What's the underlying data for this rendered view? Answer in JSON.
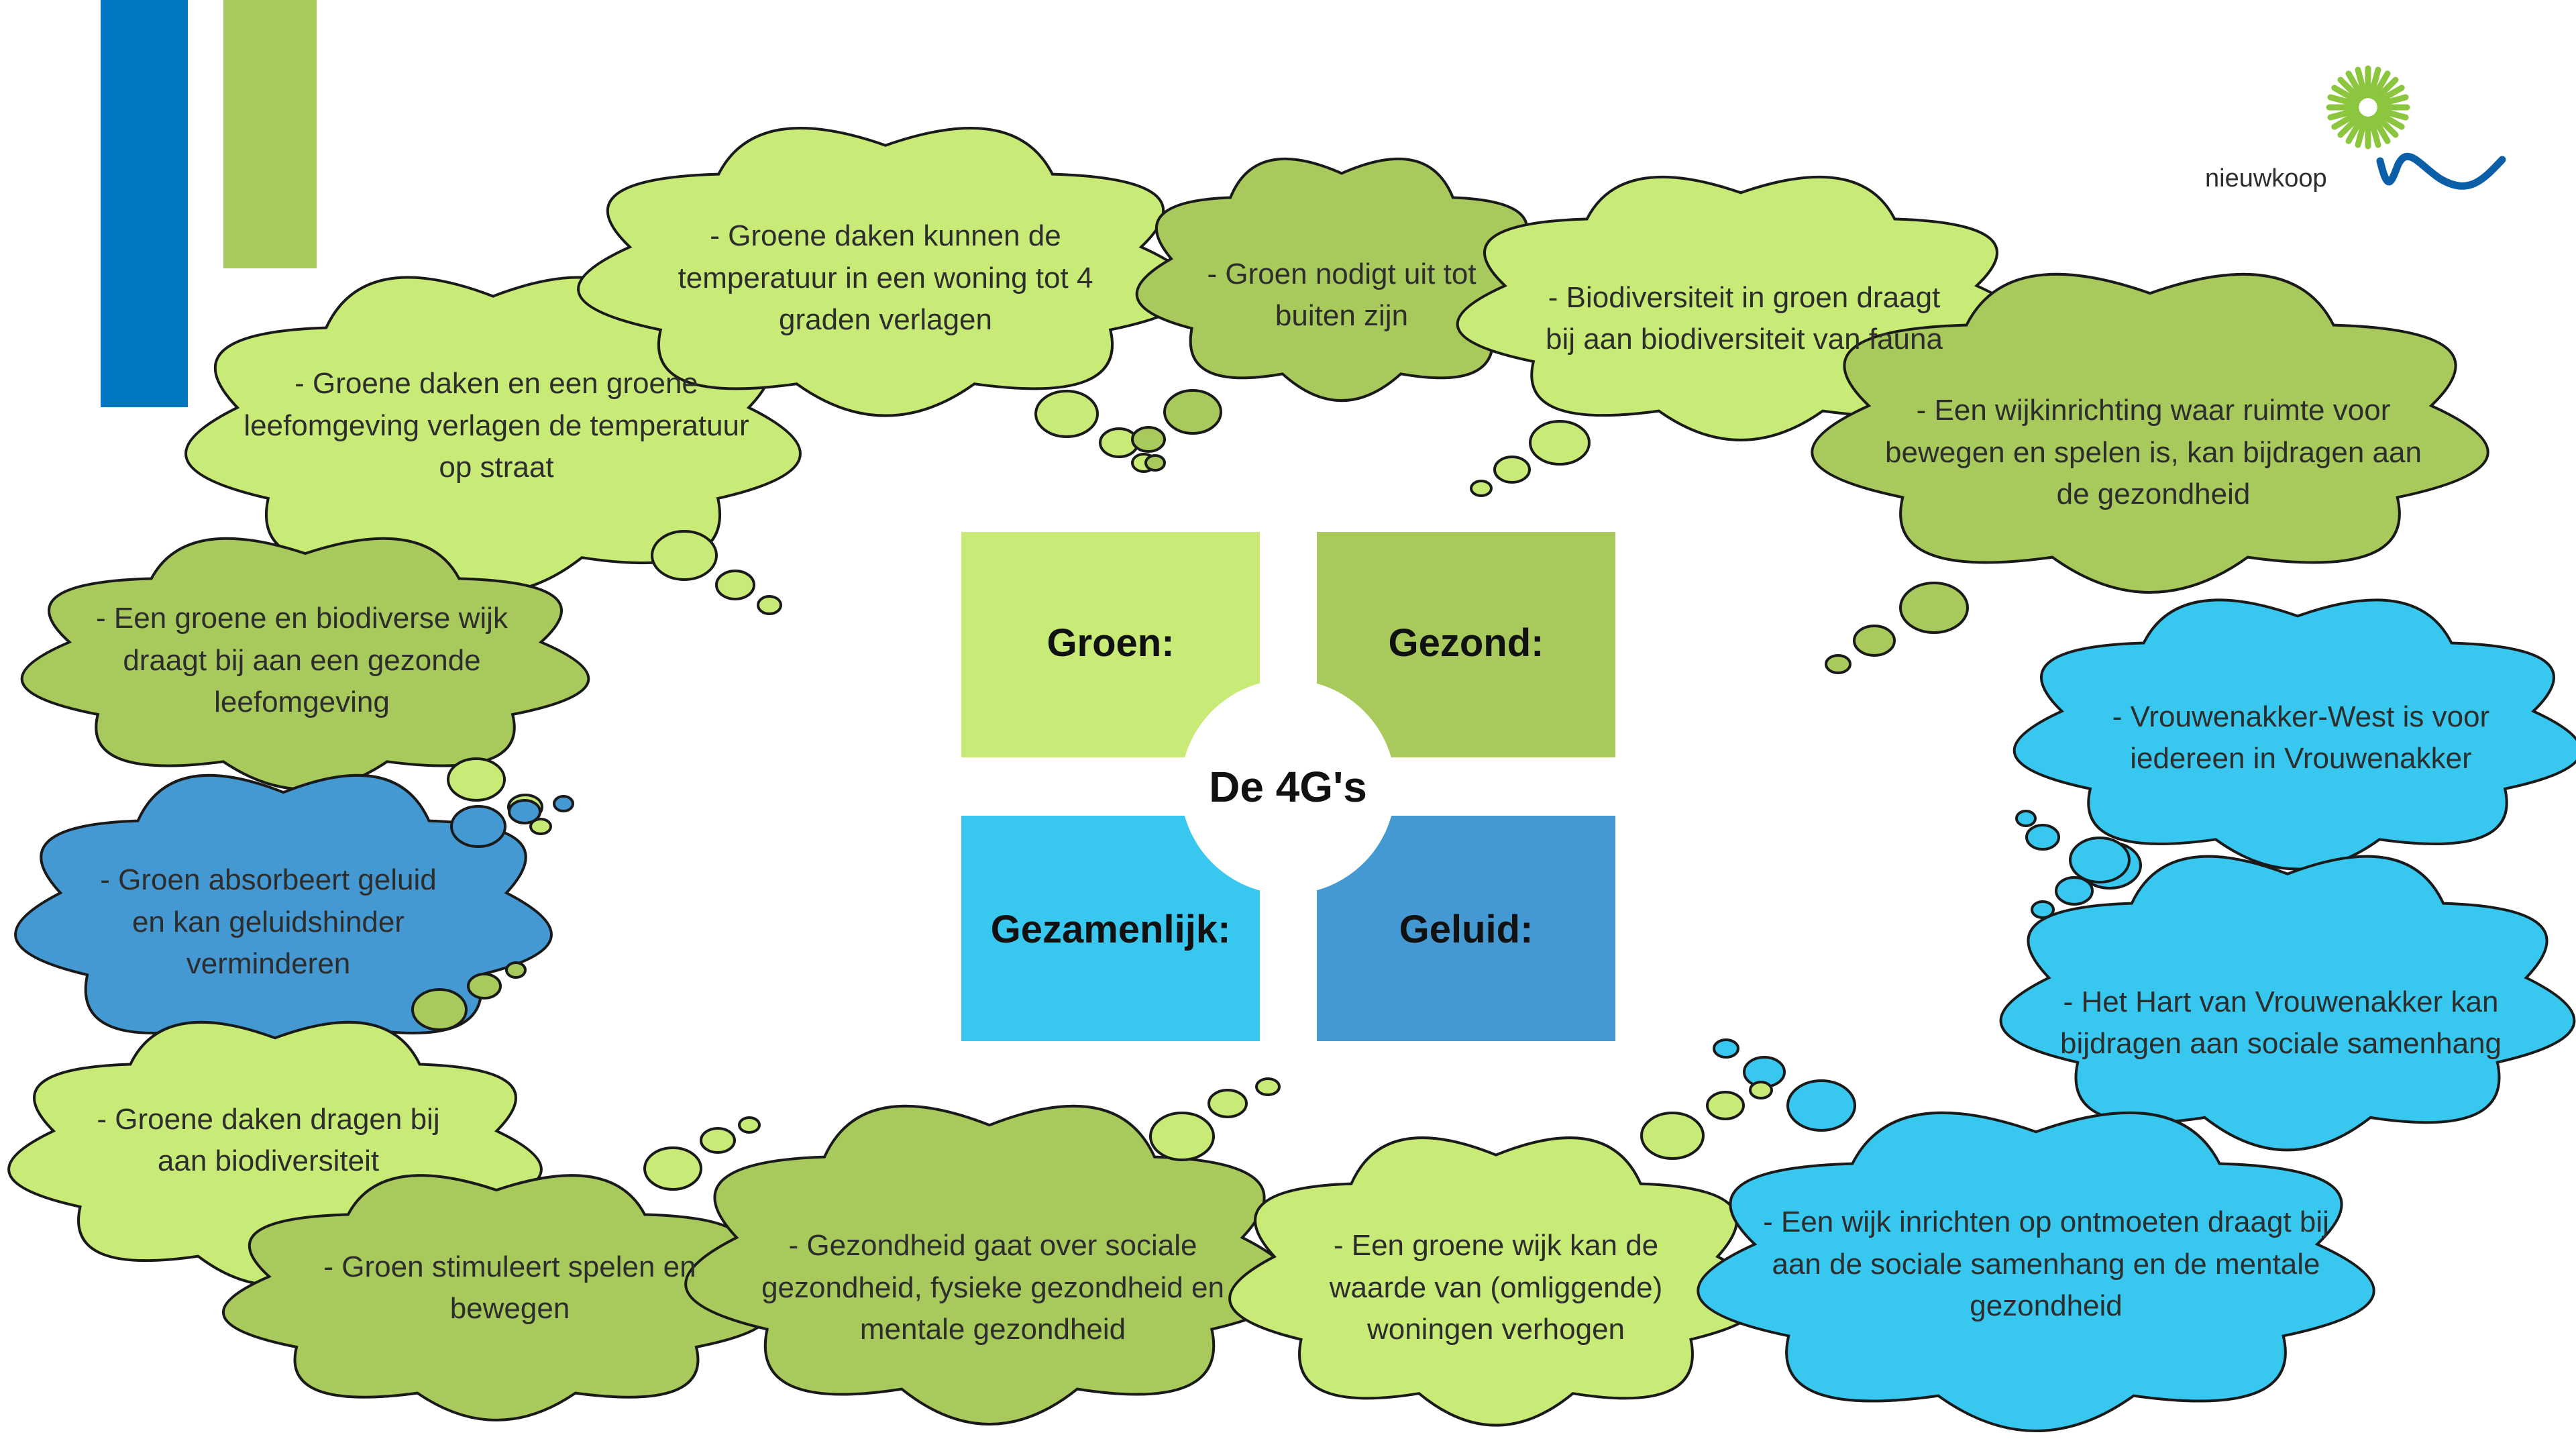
{
  "colors": {
    "light_green": "#c8ea76",
    "mid_green": "#a8c95c",
    "cyan": "#38c7ee",
    "steel_blue": "#4499d2",
    "bar_blue": "#0077c0",
    "bar_green": "#a8c95c"
  },
  "center": {
    "title": "De 4G's",
    "quadrants": [
      {
        "label": "Groen:",
        "color": "light_green"
      },
      {
        "label": "Gezond:",
        "color": "mid_green"
      },
      {
        "label": "Gezamenlijk:",
        "color": "cyan"
      },
      {
        "label": "Geluid:",
        "color": "steel_blue"
      }
    ]
  },
  "clouds": [
    {
      "name": "cloud-groene-daken-verlagen-straat",
      "color": "light_green",
      "text": "- Groene daken en een groene leefomgeving verlagen de temperatuur op straat"
    },
    {
      "name": "cloud-groene-daken-woning",
      "color": "light_green",
      "text": "- Groene daken kunnen de temperatuur in een woning tot 4 graden verlagen"
    },
    {
      "name": "cloud-groen-nodigt-uit",
      "color": "mid_green",
      "text": "- Groen nodigt uit tot buiten zijn"
    },
    {
      "name": "cloud-biodiversiteit-fauna",
      "color": "light_green",
      "text": "- Biodiversiteit in groen draagt bij aan biodiversiteit van fauna"
    },
    {
      "name": "cloud-wijkinrichting-bewegen",
      "color": "mid_green",
      "text": "- Een wijkinrichting waar ruimte voor bewegen en spelen is, kan bijdragen aan de gezondheid"
    },
    {
      "name": "cloud-groene-biodiverse-wijk",
      "color": "mid_green",
      "text": "- Een groene en biodiverse wijk draagt bij aan een gezonde leefomgeving"
    },
    {
      "name": "cloud-groen-absorbeert-geluid",
      "color": "steel_blue",
      "text": "- Groen absorbeert geluid en kan geluidshinder verminderen"
    },
    {
      "name": "cloud-groene-daken-biodiversiteit",
      "color": "light_green",
      "text": "- Groene daken dragen bij aan biodiversiteit"
    },
    {
      "name": "cloud-groen-stimuleert",
      "color": "mid_green",
      "text": "- Groen stimuleert spelen en bewegen"
    },
    {
      "name": "cloud-gezondheid-sociaal",
      "color": "mid_green",
      "text": "- Gezondheid gaat over sociale gezondheid, fysieke gezondheid en mentale gezondheid"
    },
    {
      "name": "cloud-groene-wijk-waarde",
      "color": "light_green",
      "text": "- Een groene wijk kan de waarde van (omliggende) woningen verhogen"
    },
    {
      "name": "cloud-vrouwenakker-west",
      "color": "cyan",
      "text": "- Vrouwenakker-West is voor iedereen in Vrouwenakker"
    },
    {
      "name": "cloud-hart-van-vrouwenakker",
      "color": "cyan",
      "text": "- Het Hart van Vrouwenakker kan bijdragen aan sociale samenhang"
    },
    {
      "name": "cloud-wijk-ontmoeten",
      "color": "cyan",
      "text": "- Een wijk inrichten op ontmoeten draagt bij aan de sociale samenhang en de mentale gezondheid"
    }
  ],
  "logo": {
    "text": "nieuwkoop"
  }
}
